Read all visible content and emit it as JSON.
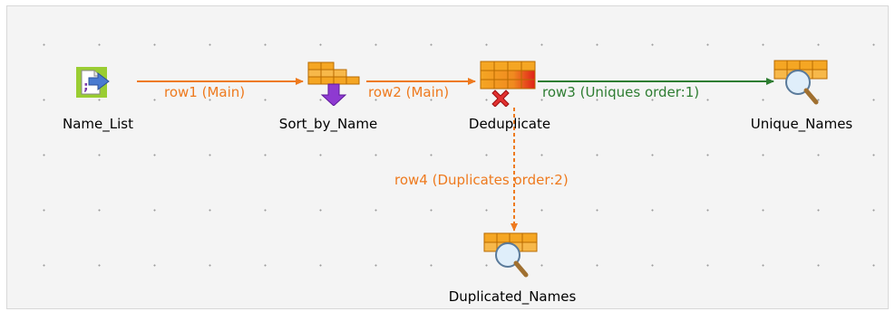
{
  "colors": {
    "main_link": "#ee7a1e",
    "unique_link": "#2e7d32",
    "dup_link": "#ee7a1e",
    "canvas_bg": "#f4f4f4"
  },
  "nodes": {
    "name_list": {
      "label": "Name_List",
      "icon": "file-input-icon"
    },
    "sort_by_name": {
      "label": "Sort_by_Name",
      "icon": "sort-row-icon"
    },
    "deduplicate": {
      "label": "Deduplicate",
      "icon": "unique-row-icon"
    },
    "unique_names": {
      "label": "Unique_Names",
      "icon": "log-row-icon"
    },
    "duplicated_names": {
      "label": "Duplicated_Names",
      "icon": "log-row-icon"
    }
  },
  "links": {
    "row1": {
      "label": "row1 (Main)"
    },
    "row2": {
      "label": "row2 (Main)"
    },
    "row3": {
      "label": "row3 (Uniques order:1)"
    },
    "row4": {
      "label": "row4 (Duplicates order:2)"
    }
  }
}
